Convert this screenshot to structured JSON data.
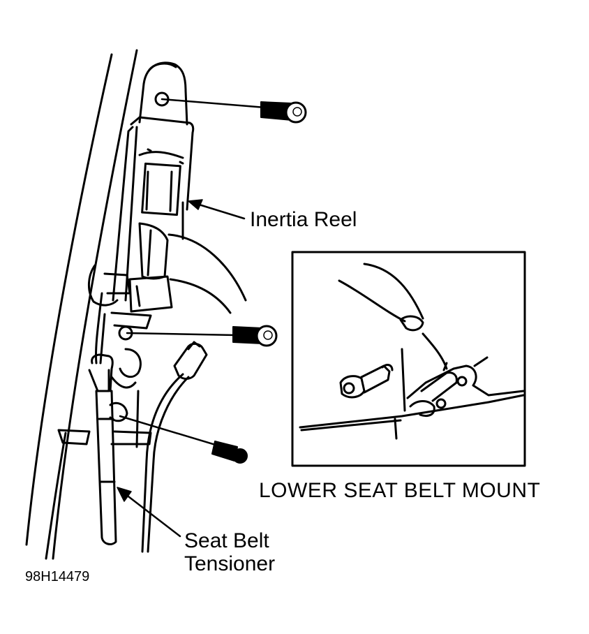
{
  "labels": {
    "inertia_reel": "Inertia Reel",
    "seat_belt_tensioner_line1": "Seat Belt",
    "seat_belt_tensioner_line2": "Tensioner",
    "lower_seat_belt_mount": "LOWER SEAT BELT MOUNT",
    "figure_id": "98H14479"
  }
}
